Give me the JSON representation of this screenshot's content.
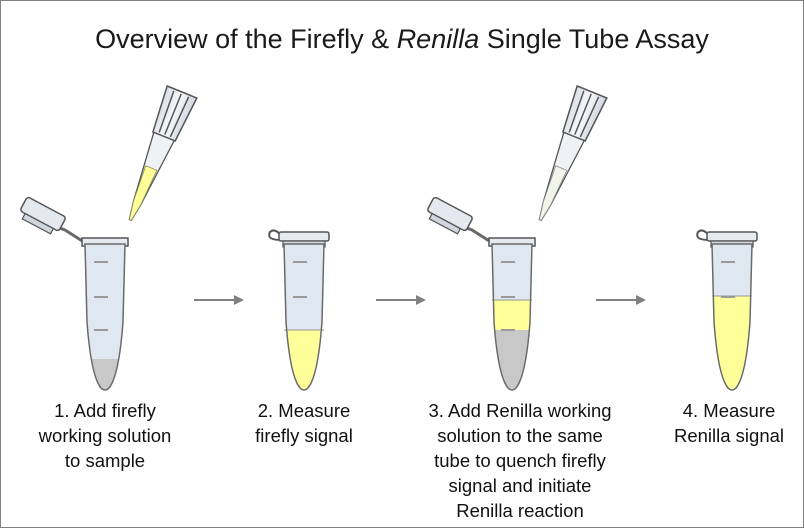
{
  "title": {
    "prefix": "Overview of the Firefly & ",
    "italic": "Renilla",
    "suffix": " Single Tube Assay"
  },
  "steps": [
    {
      "lines": [
        "1. Add firefly",
        "working solution",
        "to sample"
      ]
    },
    {
      "lines": [
        "2. Measure",
        "firefly signal"
      ]
    },
    {
      "lines": [
        "3. Add Renilla working",
        "solution to the same",
        "tube to quench firefly",
        "signal and initiate",
        "Renilla reaction"
      ]
    },
    {
      "lines": [
        "4. Measure",
        "Renilla signal"
      ]
    }
  ],
  "colors": {
    "tube_fill": "#dfe7f0",
    "tube_outline": "#6a6a6a",
    "firefly_liquid": "#ffff99",
    "sample_liquid": "#c8c8c8",
    "arrow": "#808080",
    "border": "#7f7f7f"
  }
}
